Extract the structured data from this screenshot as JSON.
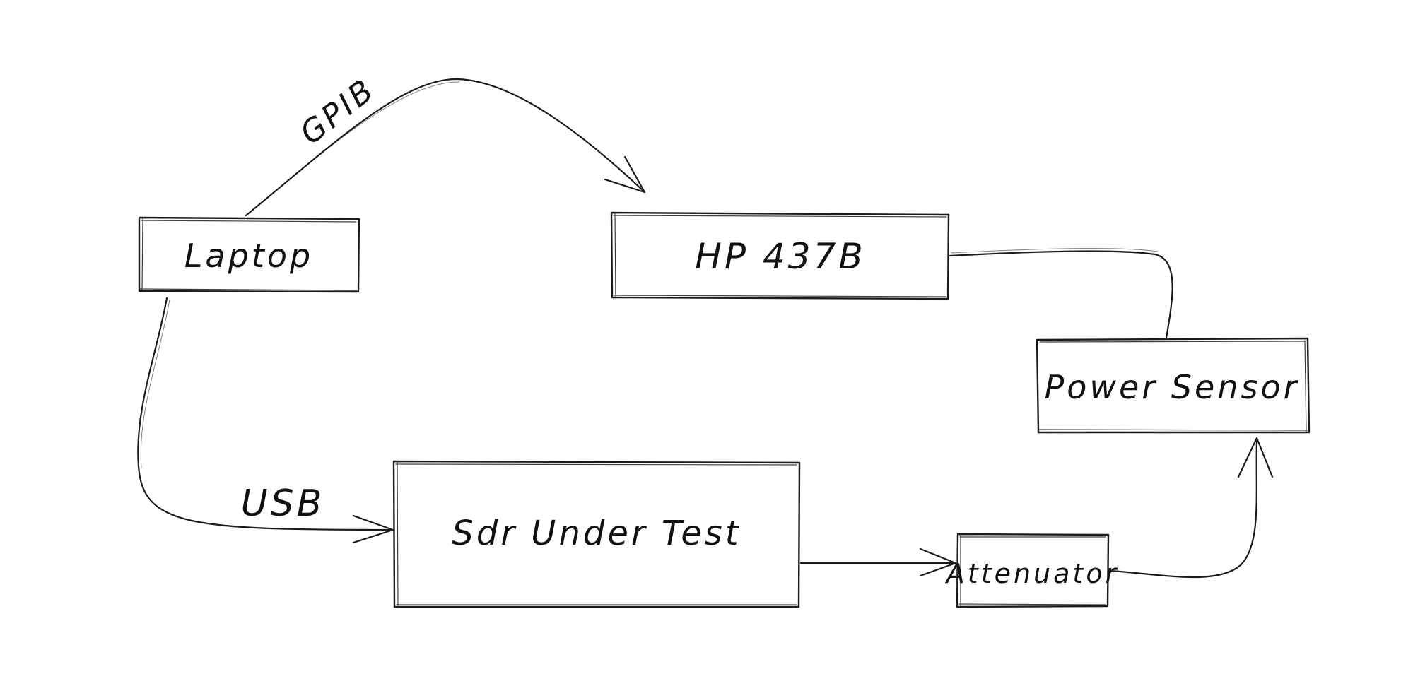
{
  "nodes": {
    "laptop": {
      "label": "Laptop"
    },
    "hp437b": {
      "label": "HP 437B"
    },
    "power_sensor": {
      "label": "Power Sensor"
    },
    "sdr": {
      "label": "Sdr Under Test"
    },
    "attenuator": {
      "label": "Attenuator"
    }
  },
  "edges": {
    "gpib": {
      "label": "GPIB"
    },
    "usb": {
      "label": "USB"
    }
  }
}
